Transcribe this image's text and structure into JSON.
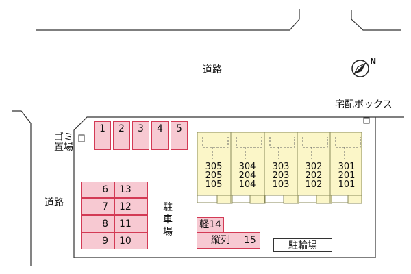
{
  "roads": {
    "top": "道路",
    "left": "道路"
  },
  "compass": {
    "north_letter": "N",
    "icon": "compass-north-icon"
  },
  "delivery_box": {
    "label": "宅配ボックス"
  },
  "garbage": {
    "line1": "ゴミ",
    "line2": "置場"
  },
  "parking_label": {
    "chars": [
      "駐",
      "車",
      "場"
    ]
  },
  "bicycle_parking": {
    "label": "駐輪場"
  },
  "top_slots": [
    "1",
    "2",
    "3",
    "4",
    "5"
  ],
  "left_slots": [
    {
      "left": "6",
      "right": "13"
    },
    {
      "left": "7",
      "right": "12"
    },
    {
      "left": "8",
      "right": "11"
    },
    {
      "left": "9",
      "right": "10"
    }
  ],
  "kei_slot": {
    "label": "軽14"
  },
  "tandem_slot": {
    "label": "縦列",
    "number": "15"
  },
  "buildings": [
    {
      "rooms": [
        "305",
        "205",
        "105"
      ]
    },
    {
      "rooms": [
        "304",
        "204",
        "104"
      ]
    },
    {
      "rooms": [
        "303",
        "203",
        "103"
      ]
    },
    {
      "rooms": [
        "302",
        "202",
        "102"
      ]
    },
    {
      "rooms": [
        "301",
        "201",
        "101"
      ]
    }
  ],
  "colors": {
    "parking_fill": "#f7c9d2",
    "parking_border": "#d33a55",
    "building_fill": "#fbf6c8",
    "building_stroke": "#8a8a5a",
    "line": "#333333"
  }
}
